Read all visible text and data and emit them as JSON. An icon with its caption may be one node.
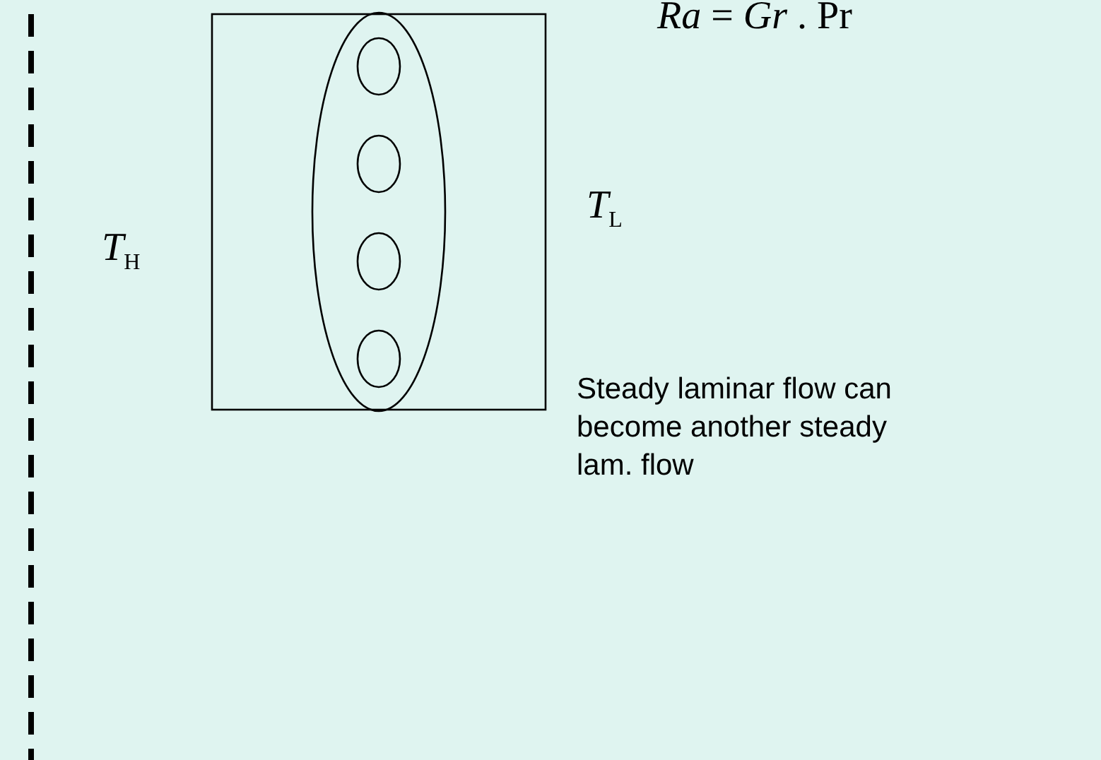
{
  "diagram": {
    "labels": [
      "*Ra* = *Gr* . Pr",
      "*T*$_{L}$",
      "*T*$_{H}$",
      "Steady laminar flow can become another steady lam. flow"
    ]
  }
}
